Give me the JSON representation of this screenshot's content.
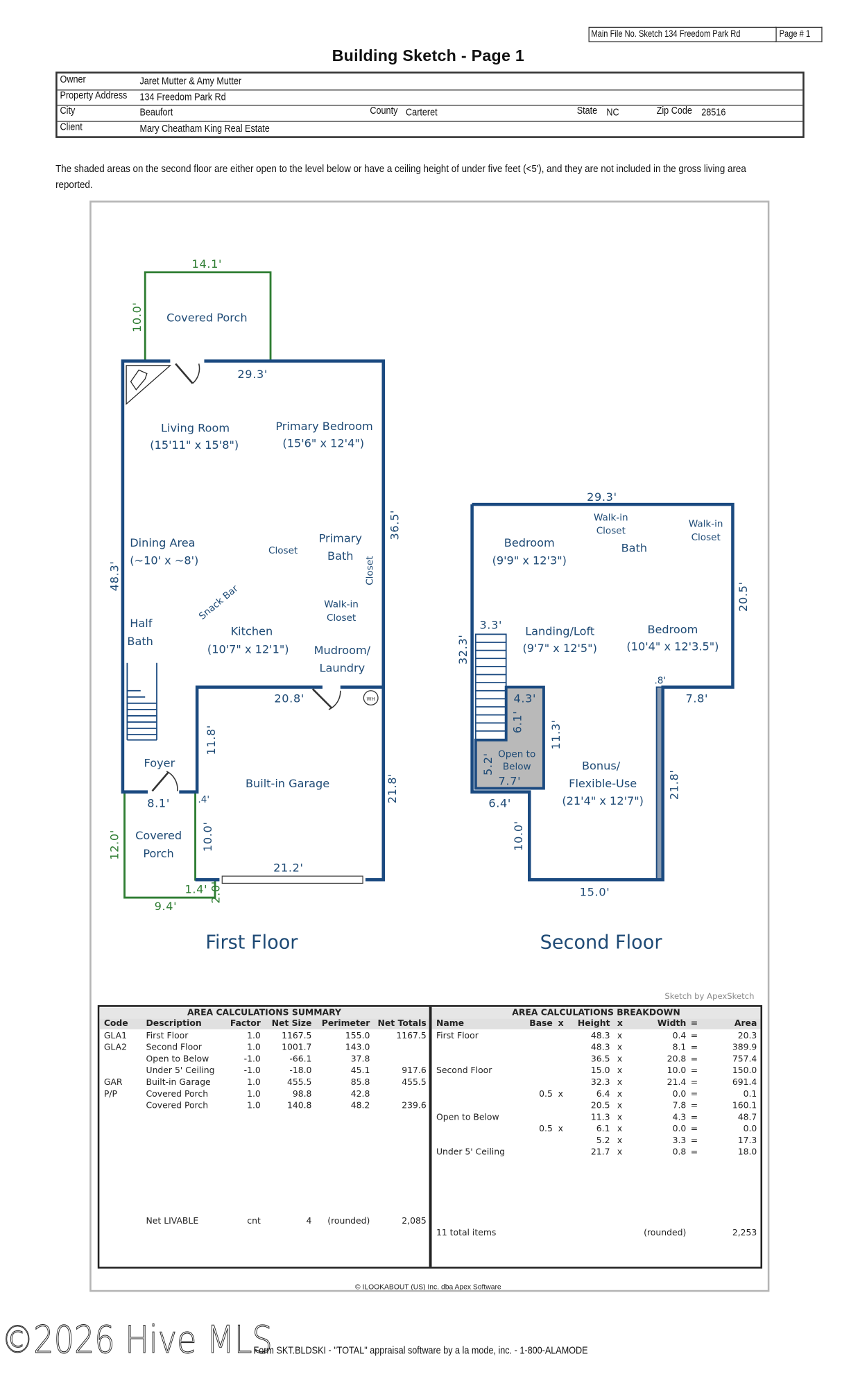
{
  "header": {
    "main_file": "Main File No. Sketch 134 Freedom Park Rd",
    "page_no": "Page # 1",
    "title": "Building Sketch - Page 1"
  },
  "info": {
    "owner_label": "Owner",
    "owner": "Jaret Mutter & Amy Mutter",
    "address_label": "Property Address",
    "address": "134 Freedom Park Rd",
    "city_label": "City",
    "city": "Beaufort",
    "county_label": "County",
    "county": "Carteret",
    "state_label": "State",
    "state": "NC",
    "zip_label": "Zip Code",
    "zip": "28516",
    "client_label": "Client",
    "client": "Mary Cheatham King Real Estate"
  },
  "note": "The shaded areas on the second floor are either open to the level below or have a ceiling height of under five feet (<5'), and they are not included in the gross living area reported.",
  "colors": {
    "wall": "#1b4a80",
    "porch": "#2e7d32",
    "text": "#1e4a75",
    "shaded": "#b9b9b9"
  },
  "sketch": {
    "first_floor": {
      "title": "First Floor",
      "rooms": {
        "covered_porch_top": "Covered Porch",
        "living_room": "Living Room",
        "living_room_size": "(15'11\" x 15'8\")",
        "primary_bedroom": "Primary Bedroom",
        "primary_bedroom_size": "(15'6\" x 12'4\")",
        "dining_area": "Dining Area",
        "dining_area_size": "(~10' x ~8')",
        "closet": "Closet",
        "primary_bath_1": "Primary",
        "primary_bath_2": "Bath",
        "closet_vertical": "Closet",
        "snack_bar": "Snack Bar",
        "walk_in_closet_1": "Walk-in",
        "walk_in_closet_2": "Closet",
        "half_bath_1": "Half",
        "half_bath_2": "Bath",
        "kitchen": "Kitchen",
        "kitchen_size": "(10'7\" x 12'1\")",
        "mudroom_1": "Mudroom/",
        "mudroom_2": "Laundry",
        "water_heater": "WH",
        "foyer": "Foyer",
        "garage": "Built-in Garage",
        "covered_porch_bottom_1": "Covered",
        "covered_porch_bottom_2": "Porch"
      },
      "dims": {
        "porch_top_width": "14.1'",
        "porch_top_depth": "10.0'",
        "top": "29.3'",
        "left": "48.3'",
        "right": "36.5'",
        "garage_top": "20.8'",
        "garage_inner_left": "11.8'",
        "garage_right": "21.8'",
        "foyer_bottom": "8.1'",
        "small_offset": ".4'",
        "porch_inner": "10.0'",
        "garage_bottom": "21.2'",
        "porch_left": "12.0'",
        "porch_notch": "1.4'",
        "porch_notch_depth": "2.0'",
        "porch_bottom": "9.4'"
      }
    },
    "second_floor": {
      "title": "Second Floor",
      "rooms": {
        "walk_in_closet_a_1": "Walk-in",
        "walk_in_closet_a_2": "Closet",
        "walk_in_closet_b_1": "Walk-in",
        "walk_in_closet_b_2": "Closet",
        "bedroom_1": "Bedroom",
        "bedroom_1_size": "(9'9\" x 12'3\")",
        "bath": "Bath",
        "landing": "Landing/Loft",
        "landing_size": "(9'7\" x 12'5\")",
        "bedroom_2": "Bedroom",
        "bedroom_2_size": "(10'4\" x 12'3.5\")",
        "open_below_1": "Open to",
        "open_below_2": "Below",
        "bonus_1": "Bonus/",
        "bonus_2": "Flexible-Use",
        "bonus_size": "(21'4\" x 12'7\")"
      },
      "dims": {
        "top": "29.3'",
        "right": "20.5'",
        "left": "32.3'",
        "stair": "3.3'",
        "open_top": "4.3'",
        "open_side": "6.1'",
        "open_right": "11.3'",
        "open_left": "5.2'",
        "open_bottom": "7.7'",
        "notch": ".8'",
        "right_step": "7.8'",
        "bonus_right": "21.8'",
        "bottom_left": "6.4'",
        "bonus_left": "10.0'",
        "bottom": "15.0'"
      }
    },
    "credit": "Sketch by ApexSketch"
  },
  "summary": {
    "title": "AREA CALCULATIONS SUMMARY",
    "columns": [
      "Code",
      "Description",
      "Factor",
      "Net Size",
      "Perimeter",
      "Net Totals"
    ],
    "rows": [
      [
        "GLA1",
        "First Floor",
        "1.0",
        "1167.5",
        "155.0",
        "1167.5"
      ],
      [
        "GLA2",
        "Second Floor",
        "1.0",
        "1001.7",
        "143.0",
        ""
      ],
      [
        "",
        "Open to Below",
        "-1.0",
        "-66.1",
        "37.8",
        ""
      ],
      [
        "",
        "Under 5' Ceiling",
        "-1.0",
        "-18.0",
        "45.1",
        "917.6"
      ],
      [
        "GAR",
        "Built-in Garage",
        "1.0",
        "455.5",
        "85.8",
        "455.5"
      ],
      [
        "P/P",
        "Covered Porch",
        "1.0",
        "98.8",
        "42.8",
        ""
      ],
      [
        "",
        "Covered Porch",
        "1.0",
        "140.8",
        "48.2",
        "239.6"
      ]
    ],
    "total": [
      "",
      "Net LIVABLE",
      "cnt",
      "4",
      "(rounded)",
      "2,085"
    ]
  },
  "breakdown": {
    "title": "AREA CALCULATIONS BREAKDOWN",
    "columns": [
      "Name",
      "Base",
      "x",
      "Height",
      "x",
      "Width",
      "=",
      "Area"
    ],
    "rows": [
      [
        "First Floor",
        "",
        "",
        "48.3",
        "x",
        "0.4",
        "=",
        "20.3"
      ],
      [
        "",
        "",
        "",
        "48.3",
        "x",
        "8.1",
        "=",
        "389.9"
      ],
      [
        "",
        "",
        "",
        "36.5",
        "x",
        "20.8",
        "=",
        "757.4"
      ],
      [
        "Second Floor",
        "",
        "",
        "15.0",
        "x",
        "10.0",
        "=",
        "150.0"
      ],
      [
        "",
        "",
        "",
        "32.3",
        "x",
        "21.4",
        "=",
        "691.4"
      ],
      [
        "",
        "0.5",
        "x",
        "6.4",
        "x",
        "0.0",
        "=",
        "0.1"
      ],
      [
        "",
        "",
        "",
        "20.5",
        "x",
        "7.8",
        "=",
        "160.1"
      ],
      [
        "Open to Below",
        "",
        "",
        "11.3",
        "x",
        "4.3",
        "=",
        "48.7"
      ],
      [
        "",
        "0.5",
        "x",
        "6.1",
        "x",
        "0.0",
        "=",
        "0.0"
      ],
      [
        "",
        "",
        "",
        "5.2",
        "x",
        "3.3",
        "=",
        "17.3"
      ],
      [
        "Under 5' Ceiling",
        "",
        "",
        "21.7",
        "x",
        "0.8",
        "=",
        "18.0"
      ]
    ],
    "total": [
      "11 total items",
      "",
      "",
      "",
      "",
      "(rounded)",
      "",
      "2,253"
    ]
  },
  "footer": {
    "copyright": "© ILOOKABOUT (US) Inc. dba Apex Software",
    "watermark": "©2026 Hive MLS",
    "form": "Form SKT.BLDSKI - \"TOTAL\" appraisal software by a la mode, inc. - 1-800-ALAMODE"
  }
}
